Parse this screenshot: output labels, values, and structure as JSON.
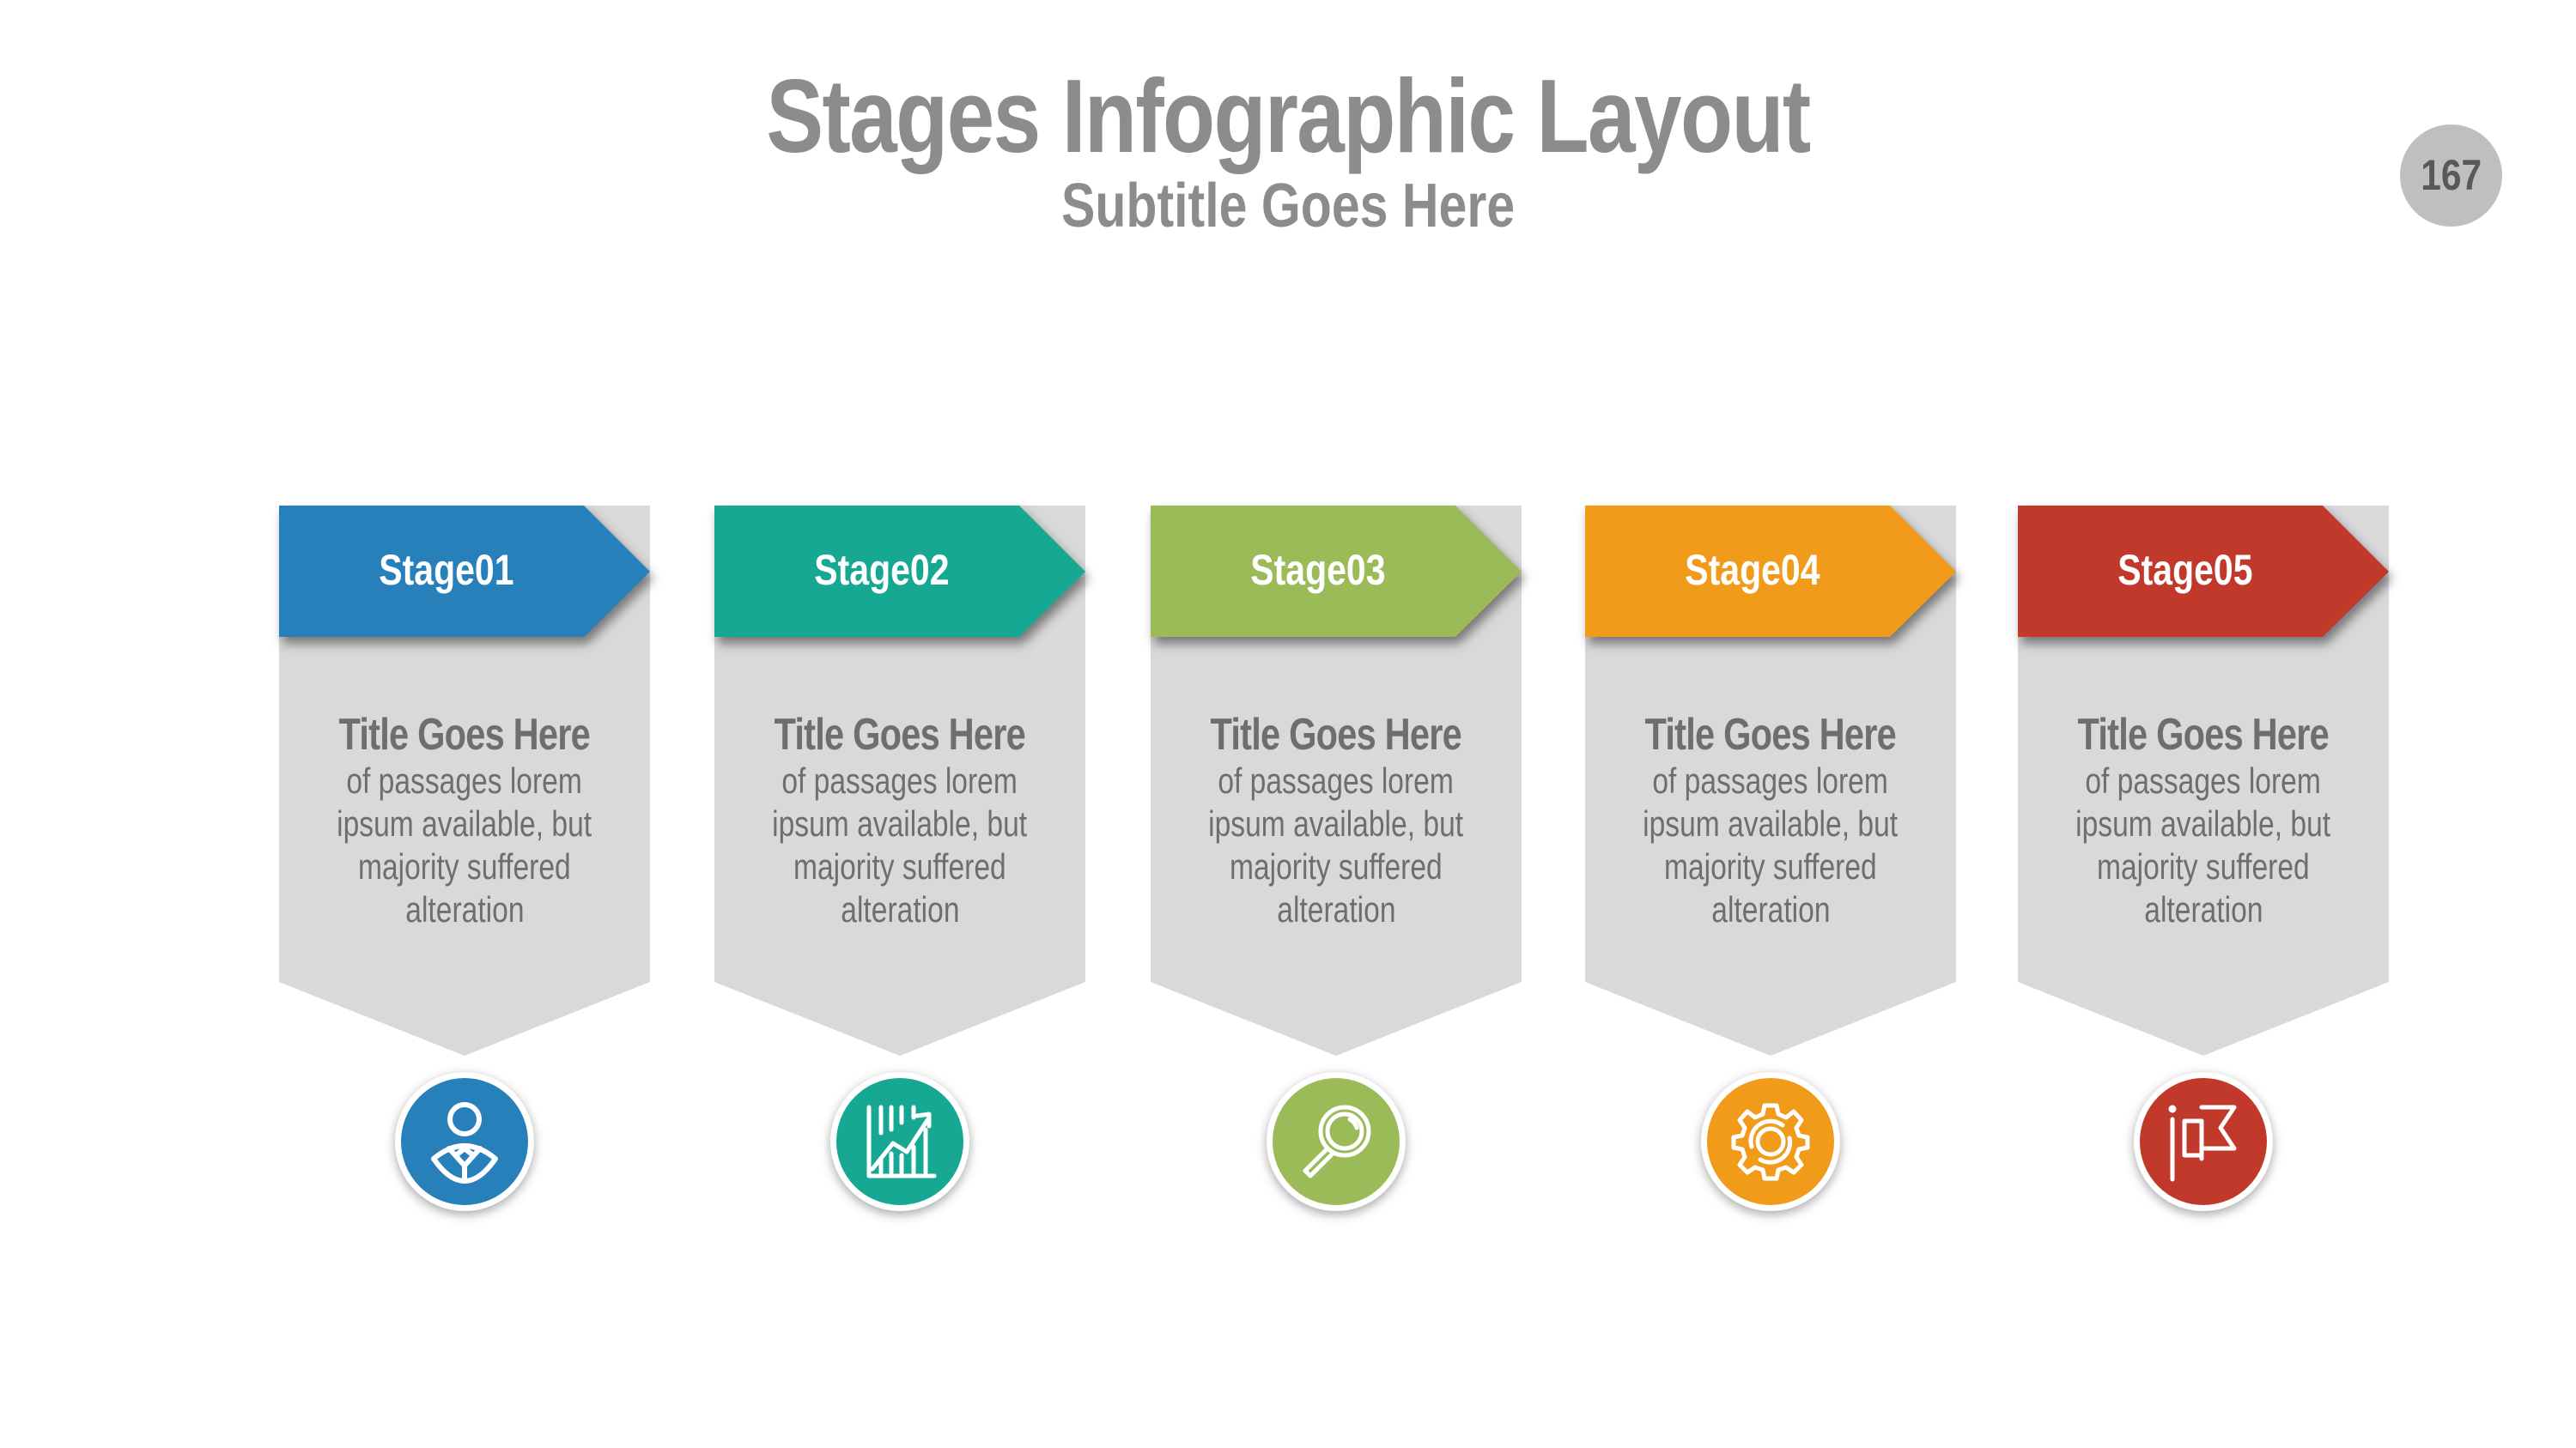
{
  "header": {
    "title": "Stages Infographic Layout",
    "subtitle": "Subtitle Goes Here",
    "page_number": "167"
  },
  "colors": {
    "title_text": "#8C8C8C",
    "panel_gray": "#D9D9D9",
    "body_text": "#6E6E6E",
    "badge_bg": "#BFBFBF"
  },
  "stages": [
    {
      "label": "Stage01",
      "color": "#2780BA",
      "title": "Title Goes Here",
      "body_lines": [
        "of passages lorem",
        "ipsum available, but",
        "majority suffered",
        "alteration"
      ],
      "icon": "person-icon"
    },
    {
      "label": "Stage02",
      "color": "#17A894",
      "title": "Title Goes Here",
      "body_lines": [
        "of passages lorem",
        "ipsum available, but",
        "majority suffered",
        "alteration"
      ],
      "icon": "growth-chart-icon"
    },
    {
      "label": "Stage03",
      "color": "#9BBB59",
      "title": "Title Goes Here",
      "body_lines": [
        "of passages lorem",
        "ipsum available, but",
        "majority suffered",
        "alteration"
      ],
      "icon": "magnifier-icon"
    },
    {
      "label": "Stage04",
      "color": "#F09C1A",
      "title": "Title Goes Here",
      "body_lines": [
        "of passages lorem",
        "ipsum available, but",
        "majority suffered",
        "alteration"
      ],
      "icon": "gear-icon"
    },
    {
      "label": "Stage05",
      "color": "#C0392B",
      "title": "Title Goes Here",
      "body_lines": [
        "of passages lorem",
        "ipsum available, but",
        "majority suffered",
        "alteration"
      ],
      "icon": "flag-icon"
    }
  ]
}
